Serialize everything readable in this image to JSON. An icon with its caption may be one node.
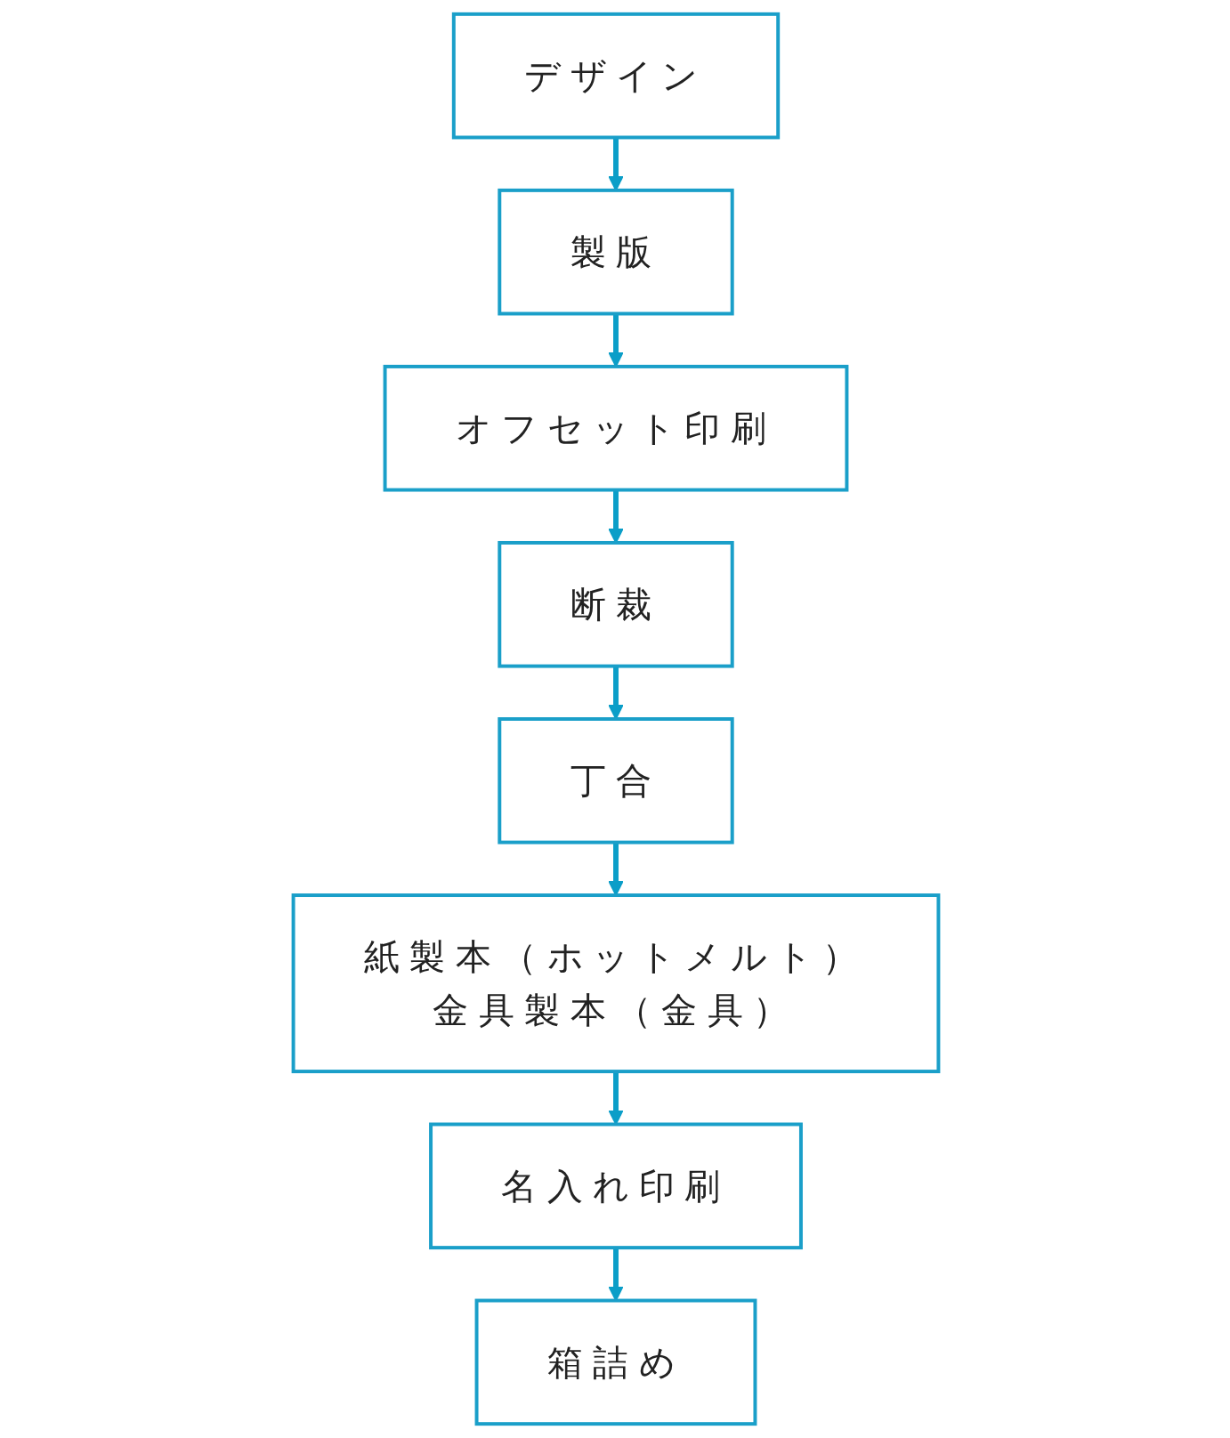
{
  "diagram": {
    "nodes": [
      {
        "text": [
          "デザイン"
        ]
      },
      {
        "text": [
          "製版"
        ]
      },
      {
        "text": [
          "オフセット印刷"
        ]
      },
      {
        "text": [
          "断裁"
        ]
      },
      {
        "text": [
          "丁合"
        ]
      },
      {
        "text": [
          "紙製本（ホットメルト）",
          "金具製本（金具）"
        ]
      },
      {
        "text": [
          "名入れ印刷"
        ]
      },
      {
        "text": [
          "箱詰め"
        ]
      }
    ],
    "edges": [
      {
        "from": 0,
        "to": 1,
        "arrow": "to"
      },
      {
        "from": 1,
        "to": 2,
        "arrow": "to"
      },
      {
        "from": 2,
        "to": 3,
        "arrow": "to"
      },
      {
        "from": 3,
        "to": 4,
        "arrow": "to"
      },
      {
        "from": 4,
        "to": 5,
        "arrow": "to"
      },
      {
        "from": 5,
        "to": 6,
        "arrow": "to"
      },
      {
        "from": 6,
        "to": 7,
        "arrow": "to"
      }
    ]
  }
}
